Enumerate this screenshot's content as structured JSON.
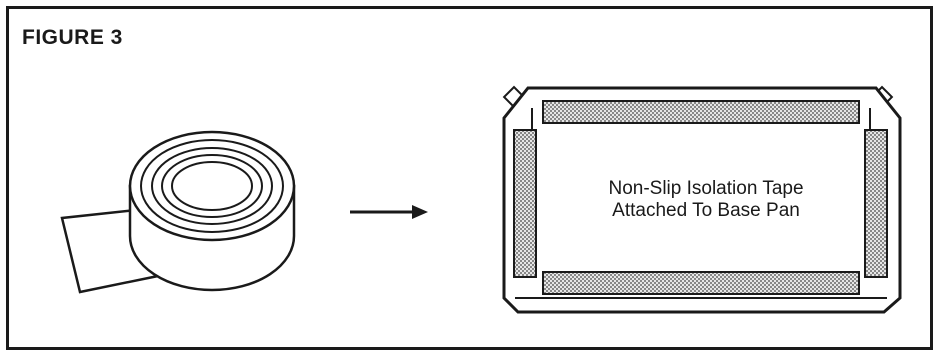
{
  "figure": {
    "title": "FIGURE 3",
    "caption_line_1": "Non-Slip Isolation Tape",
    "caption_line_2": "Attached To Base Pan"
  },
  "icons": {
    "tape_roll": "tape-roll-icon",
    "arrow": "arrow-right-icon",
    "base_pan": "base-pan-icon"
  },
  "colors": {
    "stroke": "#1a1a1a",
    "tape_fill": "#bdbdbd"
  }
}
